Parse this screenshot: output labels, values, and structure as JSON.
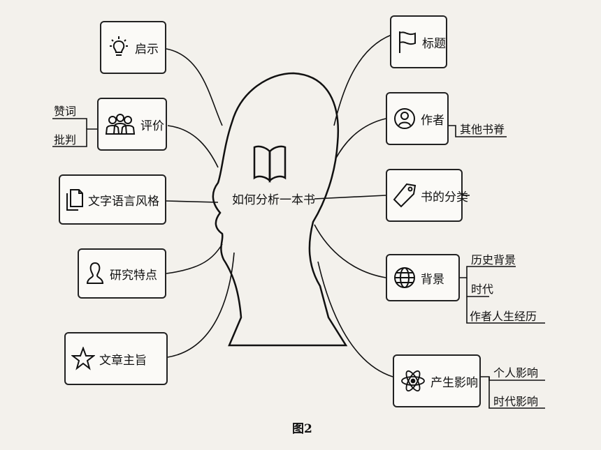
{
  "center": {
    "label": "如何分析一本书",
    "icon": "open-book-icon"
  },
  "left_nodes": [
    {
      "label": "启示",
      "icon": "lightbulb-icon"
    },
    {
      "label": "评价",
      "icon": "people-icon",
      "children": [
        "赞词",
        "批判"
      ]
    },
    {
      "label": "文字语言风格",
      "icon": "documents-icon"
    },
    {
      "label": "研究特点",
      "icon": "person-icon"
    },
    {
      "label": "文章主旨",
      "icon": "star-icon"
    }
  ],
  "right_nodes": [
    {
      "label": "标题",
      "icon": "flag-icon"
    },
    {
      "label": "作者",
      "icon": "person-circle-icon",
      "children": [
        "其他书脊"
      ]
    },
    {
      "label": "书的分类",
      "icon": "tag-icon"
    },
    {
      "label": "背景",
      "icon": "globe-icon",
      "children": [
        "历史背景",
        "时代",
        "作者人生经历"
      ]
    },
    {
      "label": "产生影响",
      "icon": "atom-icon",
      "children": [
        "个人影响",
        "时代影响"
      ]
    }
  ],
  "caption": "图2"
}
